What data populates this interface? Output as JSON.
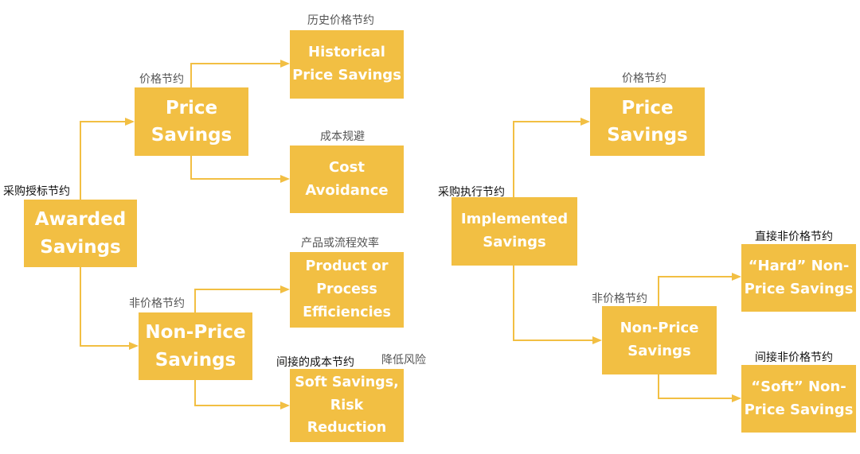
{
  "colors": {
    "box_fill": "#f2bf43",
    "connector": "#f2bf43",
    "box_text": "#ffffff",
    "label_text": "#555555",
    "label_text_dark": "#111111"
  },
  "left_tree": {
    "root": {
      "label_cn": "采购授标节约",
      "title_lines": [
        "Awarded",
        "Savings"
      ]
    },
    "price_savings": {
      "label_cn": "价格节约",
      "title_lines": [
        "Price",
        "Savings"
      ],
      "children": [
        {
          "label_cn": "历史价格节约",
          "title_lines": [
            "Historical",
            "Price Savings"
          ]
        },
        {
          "label_cn": "成本规避",
          "title_lines": [
            "Cost",
            "Avoidance"
          ]
        }
      ]
    },
    "non_price_savings": {
      "label_cn": "非价格节约",
      "title_lines": [
        "Non-Price",
        "Savings"
      ],
      "children": [
        {
          "label_cn": "产品或流程效率",
          "title_lines": [
            "Product or",
            "Process",
            "Efficiencies"
          ]
        },
        {
          "label_cn": "间接的成本节约",
          "label_cn_extra": "降低风险",
          "title_lines": [
            "Soft Savings,",
            "Risk",
            "Reduction"
          ]
        }
      ]
    }
  },
  "right_tree": {
    "root": {
      "label_cn": "采购执行节约",
      "title_lines": [
        "Implemented",
        "Savings"
      ]
    },
    "price_savings": {
      "label_cn": "价格节约",
      "title_lines": [
        "Price",
        "Savings"
      ]
    },
    "non_price_savings": {
      "label_cn": "非价格节约",
      "title_lines": [
        "Non-Price",
        "Savings"
      ],
      "children": [
        {
          "label_cn": "直接非价格节约",
          "title_lines": [
            "“Hard” Non-",
            "Price Savings"
          ]
        },
        {
          "label_cn": "间接非价格节约",
          "title_lines": [
            "“Soft” Non-",
            "Price Savings"
          ]
        }
      ]
    }
  }
}
